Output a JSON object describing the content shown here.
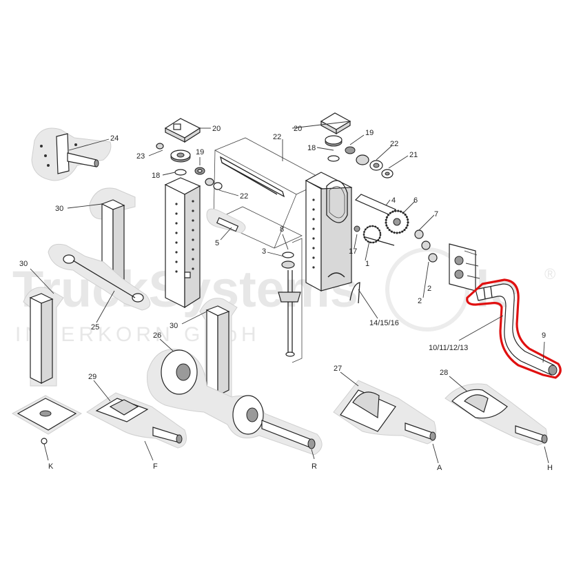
{
  "watermark": {
    "brand": "TruckSystems",
    "brand_suffix": "le",
    "reg_mark": "®",
    "company": "INTERKORN GmbH"
  },
  "labels": {
    "l1": "1",
    "l2a": "2",
    "l2b": "2",
    "l3": "3",
    "l4": "4",
    "l5": "5",
    "l6": "6",
    "l7": "7",
    "l8": "8",
    "l9": "9",
    "l10_13": "10/11/12/13",
    "l14_16": "14/15/16",
    "l17": "17",
    "l18a": "18",
    "l18b": "18",
    "l19a": "19",
    "l19b": "19",
    "l20a": "20",
    "l20b": "20",
    "l21": "21",
    "l22a": "22",
    "l22b": "22",
    "l22c": "22",
    "l23": "23",
    "l24": "24",
    "l25": "25",
    "l26": "26",
    "l27": "27",
    "l28": "28",
    "l29": "29",
    "l30a": "30",
    "l30b": "30",
    "l30c": "30",
    "lK": "K",
    "lF": "F",
    "lR": "R",
    "lA": "A",
    "lH": "H"
  },
  "highlight": {
    "part": "9",
    "color": "#e01010"
  }
}
